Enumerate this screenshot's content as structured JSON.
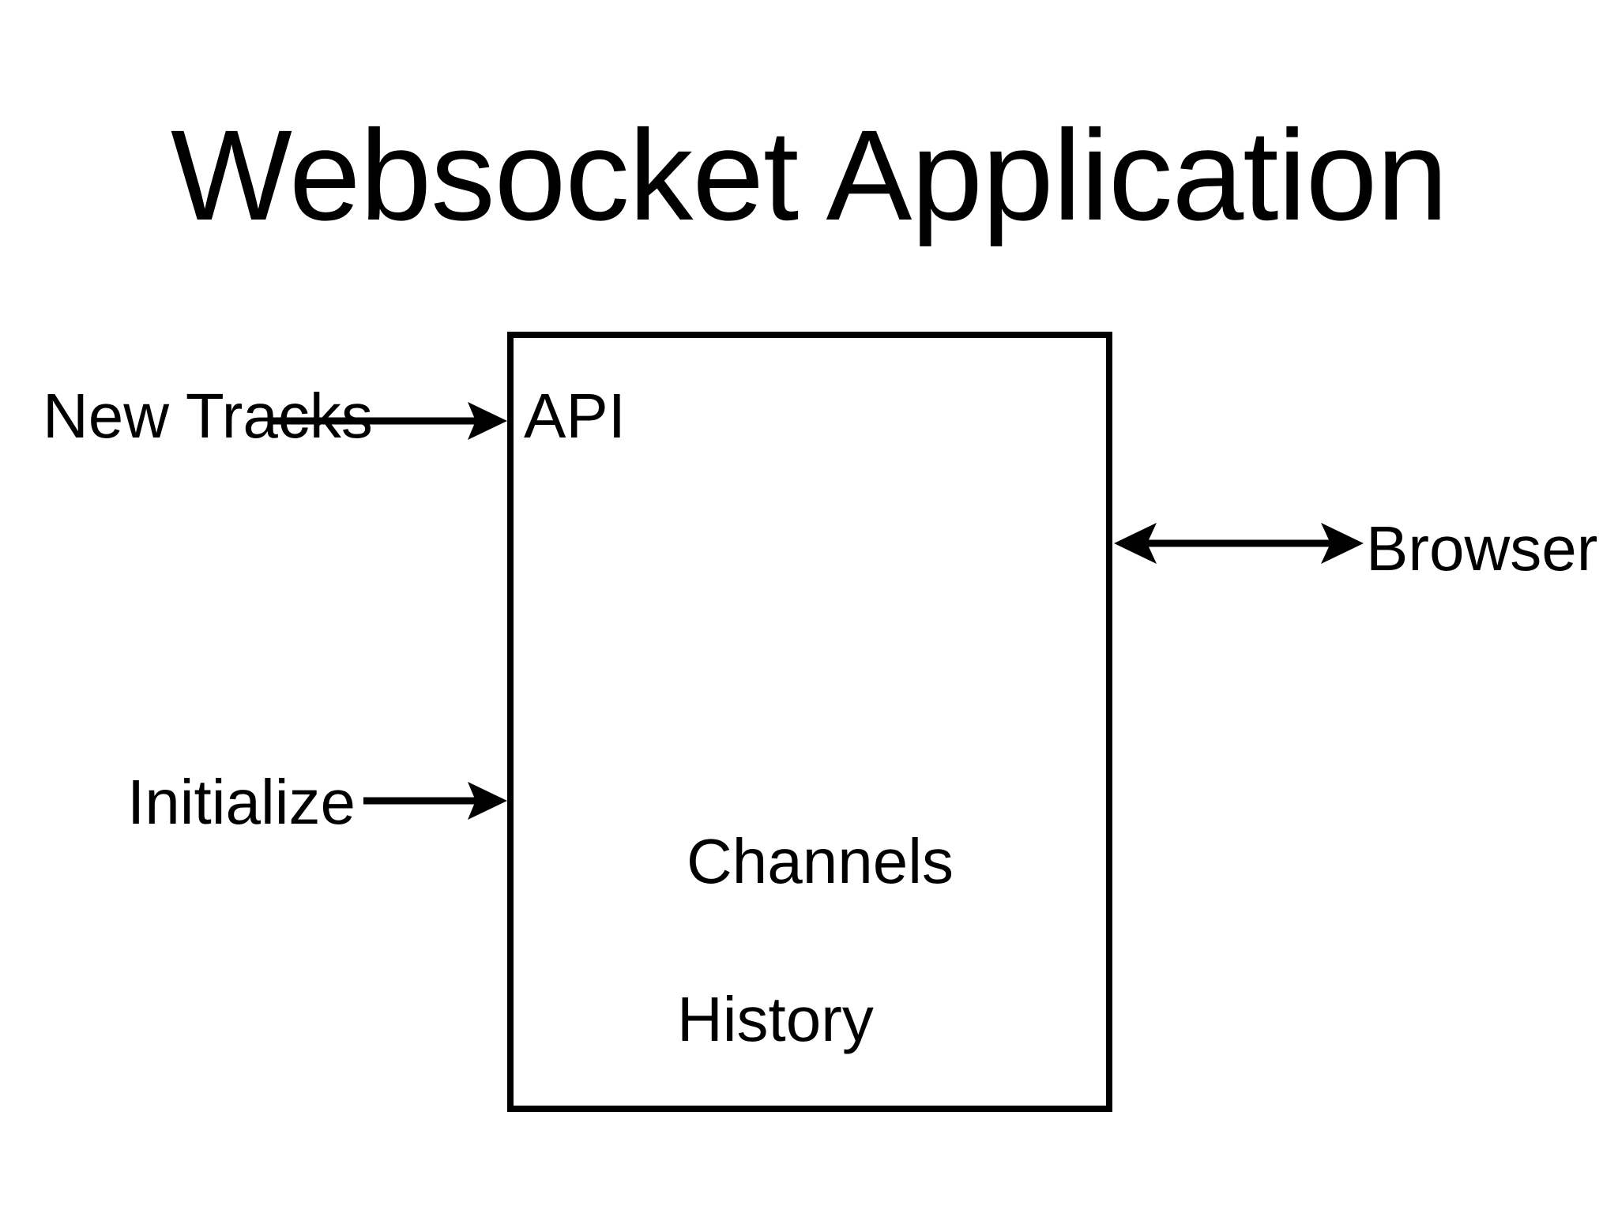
{
  "slide": {
    "title": "Websocket Application",
    "background_color": "#ffffff",
    "ink_color": "#000000"
  },
  "box": {
    "name": "websocket-application-box",
    "border_color": "#000000",
    "fill_color": "#ffffff",
    "items": [
      {
        "id": "api",
        "label": "API"
      },
      {
        "id": "channels",
        "label": "Channels"
      },
      {
        "id": "history",
        "label": "History"
      }
    ]
  },
  "external_labels": [
    {
      "id": "new-tracks",
      "label": "New Tracks",
      "side": "left",
      "arrow": "into-box"
    },
    {
      "id": "initialize",
      "label": "Initialize",
      "side": "left",
      "arrow": "into-box"
    },
    {
      "id": "browser",
      "label": "Browser",
      "side": "right",
      "arrow": "bidirectional"
    }
  ],
  "arrows": [
    {
      "id": "new-tracks-arrow",
      "from": "New Tracks",
      "to": "API",
      "direction": "right",
      "heads": 1
    },
    {
      "id": "initialize-arrow",
      "from": "Initialize",
      "to": "Channels",
      "direction": "right",
      "heads": 1
    },
    {
      "id": "browser-arrow",
      "from": "Websocket Application",
      "to": "Browser",
      "direction": "both",
      "heads": 2
    }
  ]
}
